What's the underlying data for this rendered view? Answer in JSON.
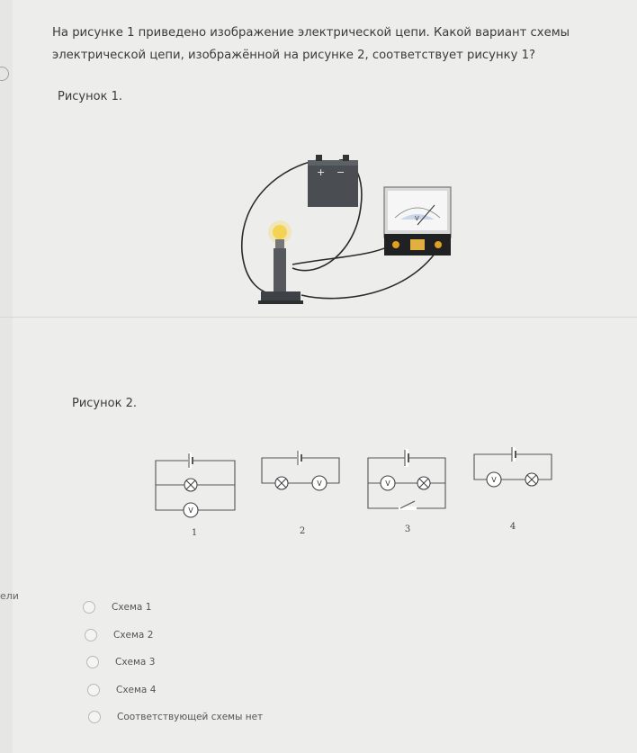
{
  "question": {
    "text": "На рисунке 1 приведено изображение электрической цепи. Какой вариант схемы электрической цепи, изображённой на рисунке 2, соответствует рисунку 1?"
  },
  "figure1": {
    "label": "Рисунок 1.",
    "battery_plus": "+",
    "battery_minus": "−",
    "meter_letter": "V"
  },
  "figure2": {
    "label": "Рисунок 2.",
    "voltmeter_symbol": "V",
    "scheme_numbers": [
      "1",
      "2",
      "3",
      "4"
    ]
  },
  "options": [
    {
      "label": "Схема 1"
    },
    {
      "label": "Схема 2"
    },
    {
      "label": "Схема 3"
    },
    {
      "label": "Схема 4"
    },
    {
      "label": "Соответствующей схемы нет"
    }
  ],
  "sidebar": {
    "fragment": "ели"
  }
}
